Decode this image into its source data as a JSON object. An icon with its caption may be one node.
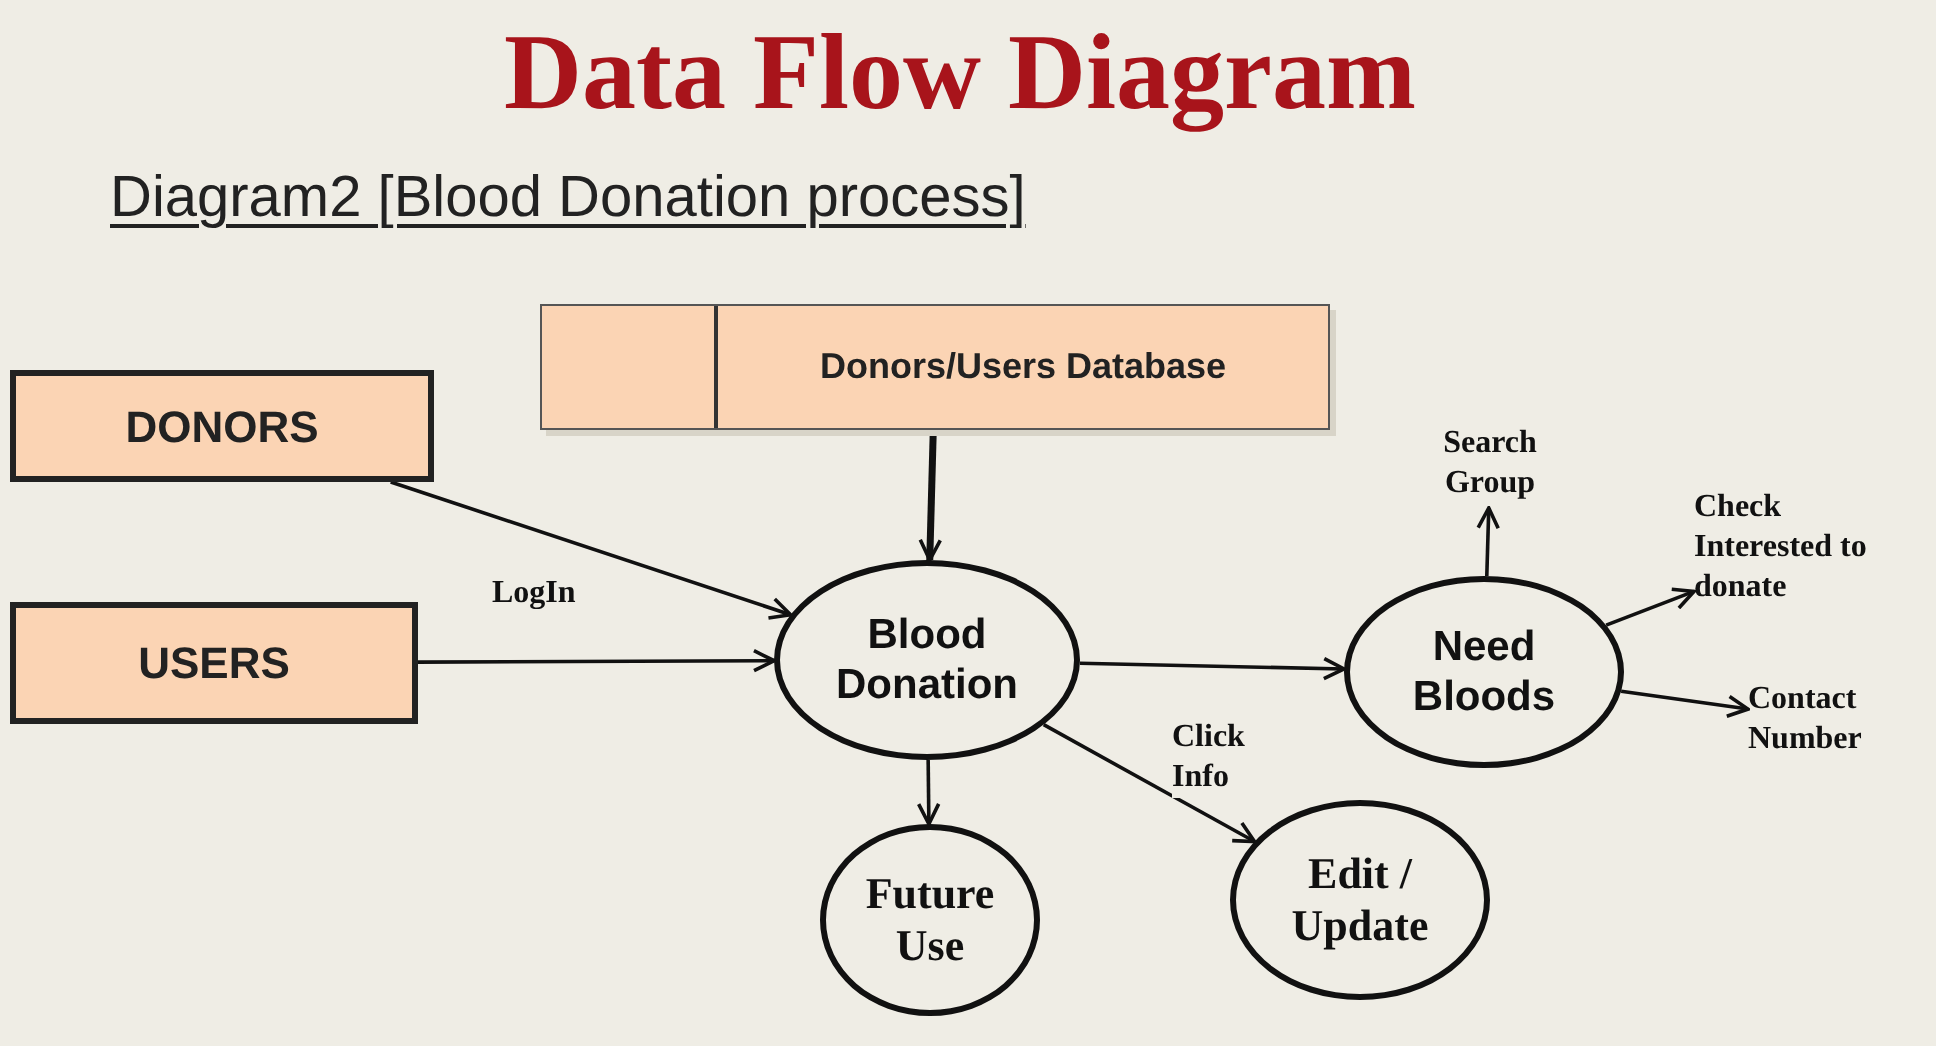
{
  "diagram": {
    "title": "Data Flow Diagram",
    "nodes": [
      {
        "text": [
          "DONORS"
        ]
      },
      {
        "text": [
          "USERS"
        ]
      },
      {
        "text": [
          "Donors/Users Database"
        ]
      },
      {
        "text": [
          "Blood Donation"
        ]
      },
      {
        "text": [
          "Need Bloods"
        ]
      },
      {
        "text": [
          "Future Use"
        ]
      },
      {
        "text": [
          "Edit / Update"
        ]
      },
      {
        "text": [
          "Search Group"
        ]
      },
      {
        "text": [
          "Check Interested to donate"
        ]
      },
      {
        "text": [
          "Contact Number"
        ]
      }
    ],
    "edges": [
      {
        "from": 0,
        "to": 3,
        "arrow": "to"
      },
      {
        "from": 1,
        "to": 3,
        "arrow": "to",
        "label": "LogIn"
      },
      {
        "from": 2,
        "to": 3,
        "arrow": "to",
        "style": "thick"
      },
      {
        "from": 3,
        "to": 4,
        "arrow": "to"
      },
      {
        "from": 3,
        "to": 5,
        "arrow": "to"
      },
      {
        "from": 3,
        "to": 6,
        "arrow": "to",
        "label": "Click Info"
      },
      {
        "from": 4,
        "to": 7,
        "arrow": "to"
      },
      {
        "from": 4,
        "to": 8,
        "arrow": "to"
      },
      {
        "from": 4,
        "to": 9,
        "arrow": "to"
      }
    ],
    "labels": [
      "Diagram2 [Blood Donation process]"
    ]
  }
}
